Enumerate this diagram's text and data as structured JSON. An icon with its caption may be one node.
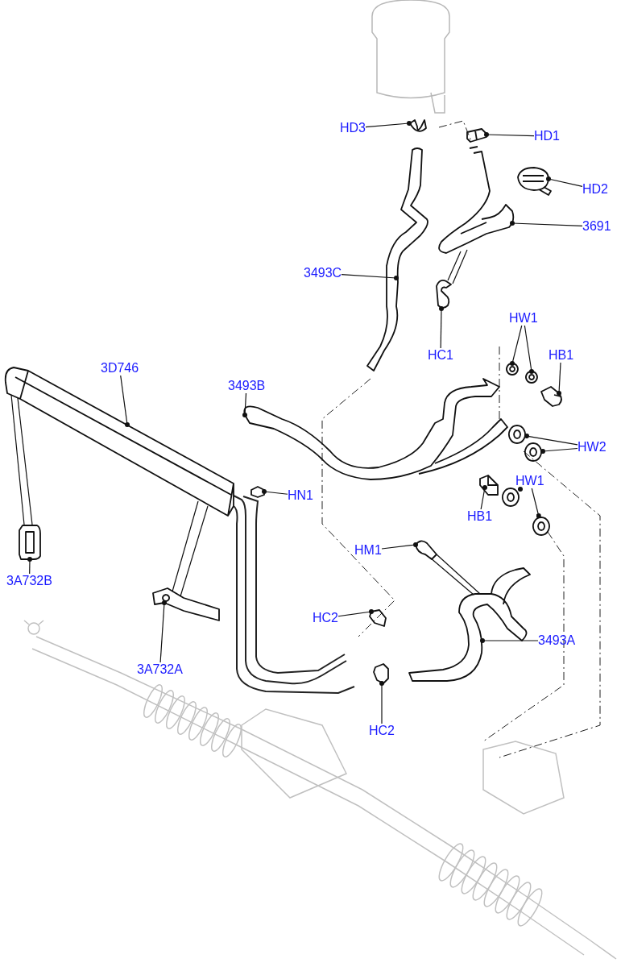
{
  "diagram": {
    "nodes": [
      {
        "text": [
          "HD3"
        ]
      },
      {
        "text": [
          "HD1"
        ]
      },
      {
        "text": [
          "HD2"
        ]
      },
      {
        "text": [
          "3691"
        ]
      },
      {
        "text": [
          "3493C"
        ]
      },
      {
        "text": [
          "HC1"
        ]
      },
      {
        "text": [
          "HW1"
        ]
      },
      {
        "text": [
          "HB1"
        ]
      },
      {
        "text": [
          "3D746"
        ]
      },
      {
        "text": [
          "3493B"
        ]
      },
      {
        "text": [
          "HN1"
        ]
      },
      {
        "text": [
          "HW2"
        ]
      },
      {
        "text": [
          "HB1"
        ]
      },
      {
        "text": [
          "HW1"
        ]
      },
      {
        "text": [
          "3A732B"
        ]
      },
      {
        "text": [
          "3A732A"
        ]
      },
      {
        "text": [
          "HM1"
        ]
      },
      {
        "text": [
          "HC2"
        ]
      },
      {
        "text": [
          "3493A"
        ]
      },
      {
        "text": [
          "HC2"
        ]
      },
      {
        "text": [],
        "shape": "picture"
      },
      {
        "text": [],
        "shape": "picture"
      },
      {
        "text": [],
        "shape": "picture"
      },
      {
        "text": [],
        "shape": "picture"
      },
      {
        "text": [],
        "shape": "picture"
      },
      {
        "text": [],
        "shape": "picture"
      },
      {
        "text": [],
        "shape": "picture"
      },
      {
        "text": [],
        "shape": "picture"
      },
      {
        "text": [],
        "shape": "picture"
      },
      {
        "text": [],
        "shape": "picture"
      },
      {
        "text": [],
        "shape": "picture"
      },
      {
        "text": [],
        "shape": "picture"
      },
      {
        "text": [],
        "shape": "picture"
      },
      {
        "text": [],
        "shape": "picture"
      },
      {
        "text": [],
        "shape": "picture"
      },
      {
        "text": [],
        "shape": "picture"
      },
      {
        "text": [],
        "shape": "picture"
      },
      {
        "text": [],
        "shape": "picture"
      },
      {
        "text": [],
        "shape": "picture"
      },
      {
        "text": [],
        "shape": "picture"
      },
      {
        "text": [],
        "shape": "picture"
      },
      {
        "text": [],
        "shape": "picture"
      },
      {
        "text": [],
        "shape": "picture"
      }
    ],
    "edges": [
      {
        "from": 0,
        "to": 20,
        "arrow": "other"
      },
      {
        "from": 1,
        "to": 21,
        "arrow": "other"
      },
      {
        "from": 2,
        "to": 22,
        "arrow": "other"
      },
      {
        "from": 3,
        "to": 23,
        "arrow": "other"
      },
      {
        "from": 4,
        "to": 24,
        "arrow": "other"
      },
      {
        "from": 5,
        "to": 25,
        "arrow": "other"
      },
      {
        "from": 23,
        "to": 25,
        "arrow": "none"
      },
      {
        "from": 23,
        "to": 25,
        "arrow": "none"
      },
      {
        "from": 6,
        "to": 26,
        "arrow": "other"
      },
      {
        "from": 6,
        "to": 27,
        "arrow": "other"
      },
      {
        "from": 7,
        "to": 28,
        "arrow": "other"
      },
      {
        "from": 8,
        "to": 29,
        "arrow": "other"
      },
      {
        "from": 9,
        "to": 30,
        "arrow": "other"
      },
      {
        "from": 10,
        "to": 31,
        "arrow": "other"
      },
      {
        "from": 11,
        "to": 32,
        "arrow": "other"
      },
      {
        "from": 11,
        "to": 33,
        "arrow": "other"
      },
      {
        "from": 12,
        "to": 34,
        "arrow": "other"
      },
      {
        "from": 13,
        "to": 35,
        "arrow": "other"
      },
      {
        "from": 13,
        "to": 36,
        "arrow": "other"
      },
      {
        "from": 14,
        "to": 37,
        "arrow": "other"
      },
      {
        "from": 29,
        "to": 37,
        "arrow": "none"
      },
      {
        "from": 29,
        "to": 37,
        "arrow": "none"
      },
      {
        "from": 15,
        "to": 38,
        "arrow": "other"
      },
      {
        "from": 29,
        "to": 38,
        "arrow": "none"
      },
      {
        "from": 29,
        "to": 38,
        "arrow": "none"
      },
      {
        "from": 16,
        "to": 39,
        "arrow": "other"
      },
      {
        "from": 39,
        "to": 41,
        "arrow": "none"
      },
      {
        "from": 39,
        "to": 41,
        "arrow": "none"
      },
      {
        "from": 17,
        "to": 40,
        "arrow": "other"
      },
      {
        "from": 18,
        "to": 41,
        "arrow": "other"
      },
      {
        "from": 19,
        "to": 42,
        "arrow": "other"
      }
    ]
  }
}
